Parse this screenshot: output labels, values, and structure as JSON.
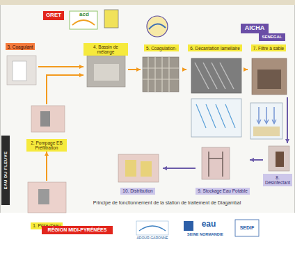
{
  "diagram": {
    "caption": "Principe de fonctionnement de la station de traitement de Diagambal",
    "nodes": [
      {
        "text": [
          "1. Prise d'eau"
        ]
      },
      {
        "text": [
          "2. Pompage EB Préfiltration"
        ]
      },
      {
        "text": [
          "3. Coagulant"
        ]
      },
      {
        "text": [
          "4. Bassin de mélange"
        ]
      },
      {
        "text": [
          "5. Coagulation-"
        ]
      },
      {
        "text": [
          "6. Décantation lamellaire"
        ]
      },
      {
        "text": [
          "7. Filtre à sable"
        ]
      },
      {
        "text": [
          "8. Désinfectant"
        ]
      },
      {
        "text": [
          "9. Stockage Eau Potable"
        ]
      },
      {
        "text": [
          "10. Distribution"
        ]
      },
      {
        "text": [
          "EAU DU FLEUVE"
        ]
      }
    ],
    "edges": [
      {
        "from": 0,
        "to": 1,
        "arrow": "to"
      },
      {
        "from": 1,
        "to": 3,
        "arrow": "to"
      },
      {
        "from": 2,
        "to": 3,
        "arrow": "to"
      },
      {
        "from": 3,
        "to": 4,
        "arrow": "to"
      },
      {
        "from": 4,
        "to": 5,
        "arrow": "to"
      },
      {
        "from": 5,
        "to": 6,
        "arrow": "to"
      },
      {
        "from": 6,
        "to": 7,
        "arrow": "to"
      },
      {
        "from": 7,
        "to": 8,
        "arrow": "to"
      },
      {
        "from": 8,
        "to": 9,
        "arrow": "to"
      }
    ],
    "labels": [
      "GRET",
      "acd",
      "AICHA",
      "SENEGAL",
      "RÉGION MIDI-PYRÉNÉES",
      "ADOUR-GARONNE",
      "eau",
      "SEINE NORMANDIE",
      "SEDIF"
    ]
  }
}
